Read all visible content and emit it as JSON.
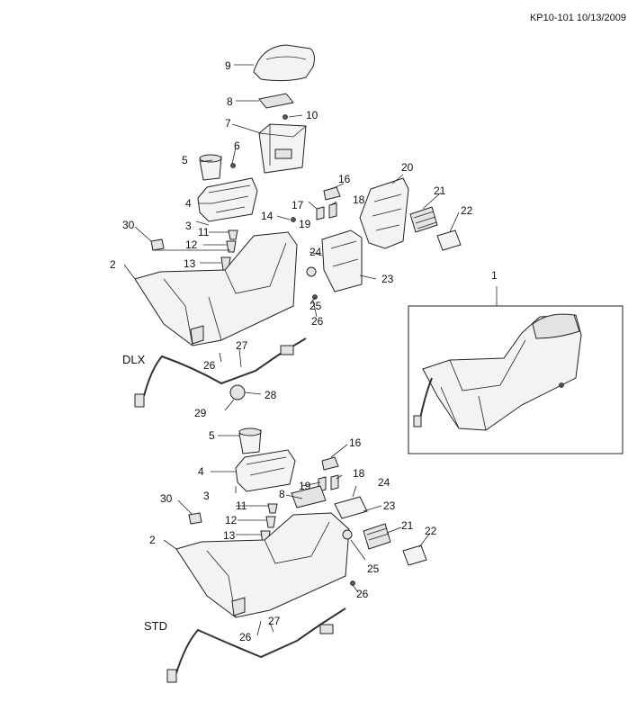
{
  "header": {
    "code": "KP10-101 10/13/2009"
  },
  "variants": {
    "dlx": "DLX",
    "std": "STD"
  },
  "callouts": {
    "dlx": [
      "9",
      "8",
      "7",
      "10",
      "6",
      "5",
      "4",
      "3",
      "30",
      "11",
      "12",
      "13",
      "2",
      "14",
      "17",
      "19",
      "16",
      "18",
      "20",
      "21",
      "22",
      "24",
      "23",
      "25",
      "26",
      "27",
      "26",
      "28",
      "29"
    ],
    "std": [
      "5",
      "4",
      "3",
      "16",
      "19",
      "18",
      "24",
      "8",
      "23",
      "30",
      "11",
      "12",
      "13",
      "2",
      "21",
      "22",
      "25",
      "26",
      "27",
      "26"
    ],
    "inset": [
      "1"
    ]
  }
}
